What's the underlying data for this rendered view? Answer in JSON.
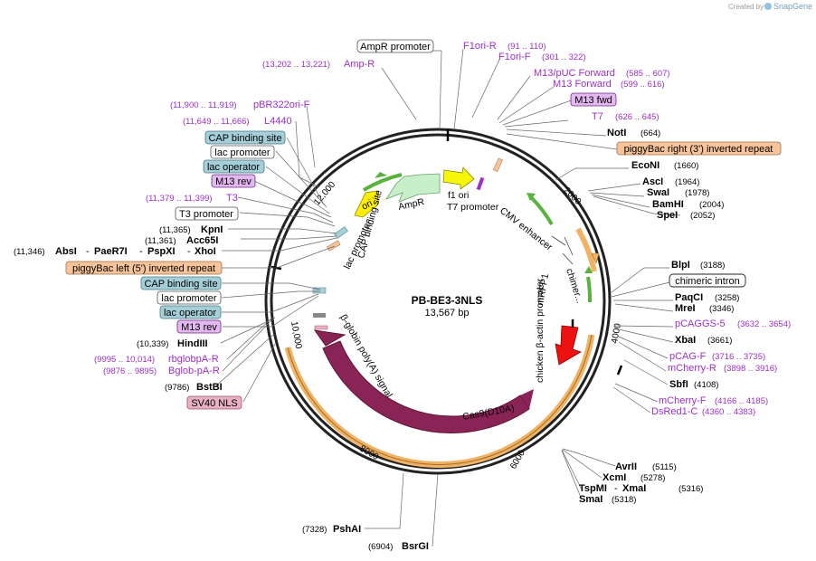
{
  "plasmid": {
    "name": "PB-BE3-3NLS",
    "length_label": "13,567 bp"
  },
  "credit": {
    "text": "Created by",
    "brand": "SnapGene"
  },
  "ticks": {
    "t2000": "2000",
    "t4000": "4000",
    "t6000": "6000",
    "t8000": "8000",
    "t10000": "10,000",
    "t12000": "12,000"
  },
  "features": {
    "f1_ori": "f1 ori",
    "t7_promoter": "T7 promoter",
    "cmv_enhancer": "CMV enhancer",
    "chimeric": "chimer...",
    "chicken_actin": "chicken β-actin promoter",
    "mrfp1": "mRFP1",
    "cas9": "Cas9(D10A)",
    "globin_polya": "β-globin poly(A) signal",
    "cap_binding": "CAP binding site",
    "lac_promoter": "lac promoter",
    "ori": "ori",
    "ampr": "AmpR"
  },
  "top_labels": {
    "ampr_promoter": "AmpR promoter",
    "amp_r": {
      "name": "Amp-R",
      "pos": "(13,202 .. 13,221)"
    },
    "f1ori_r": {
      "name": "F1ori-R",
      "pos": "(91 .. 110)"
    },
    "f1ori_f": {
      "name": "F1ori-F",
      "pos": "(301 .. 322)"
    },
    "m13puc_fwd": {
      "name": "M13/pUC Forward",
      "pos": "(585 .. 607)"
    },
    "m13_forward": {
      "name": "M13 Forward",
      "pos": "(599 .. 616)"
    },
    "m13_fwd": "M13 fwd",
    "t7": {
      "name": "T7",
      "pos": "(626 .. 645)"
    },
    "noti": {
      "name": "NotI",
      "pos": "(664)"
    },
    "piggybac_right": "piggyBac right (3') inverted repeat",
    "econi": {
      "name": "EcoNI",
      "pos": "(1660)"
    },
    "asci": {
      "name": "AscI",
      "pos": "(1964)"
    },
    "swai": {
      "name": "SwaI",
      "pos": "(1978)"
    },
    "bamhi": {
      "name": "BamHI",
      "pos": "(2004)"
    },
    "spei": {
      "name": "SpeI",
      "pos": "(2052)"
    }
  },
  "right_labels": {
    "blpi": {
      "name": "BlpI",
      "pos": "(3188)"
    },
    "chimeric_intron": "chimeric intron",
    "paqci": {
      "name": "PaqCI",
      "pos": "(3258)"
    },
    "mrei": {
      "name": "MreI",
      "pos": "(3346)"
    },
    "pcaggs5": {
      "name": "pCAGGS-5",
      "pos": "(3632 .. 3654)"
    },
    "xbai": {
      "name": "XbaI",
      "pos": "(3661)"
    },
    "pcagf": {
      "name": "pCAG-F",
      "pos": "(3716 .. 3735)"
    },
    "mcherry_r": {
      "name": "mCherry-R",
      "pos": "(3898 .. 3916)"
    },
    "sbfi": {
      "name": "SbfI",
      "pos": "(4108)"
    },
    "mcherry_f": {
      "name": "mCherry-F",
      "pos": "(4166 .. 4185)"
    },
    "dsred1c": {
      "name": "DsRed1-C",
      "pos": "(4360 .. 4383)"
    }
  },
  "bottom_labels": {
    "avrii": {
      "name": "AvrII",
      "pos": "(5115)"
    },
    "xcmi": {
      "name": "XcmI",
      "pos": "(5278)"
    },
    "tspmi": {
      "name": "TspMI",
      "pos": "(5316)"
    },
    "xmai": {
      "name": "XmaI",
      "pos": ""
    },
    "smai": {
      "name": "SmaI",
      "pos": "(5318)"
    },
    "pshai": {
      "name": "PshAI",
      "pos": "(7328)"
    },
    "bsrgi": {
      "name": "BsrGI",
      "pos": "(6904)"
    }
  },
  "left_labels": {
    "pbr322ori_f": {
      "name": "pBR322ori-F",
      "pos": "(11,900 .. 11,919)"
    },
    "l4440": {
      "name": "L4440",
      "pos": "(11,649 .. 11,666)"
    },
    "cap_binding_site": "CAP binding site",
    "lac_promoter": "lac promoter",
    "lac_operator": "lac operator",
    "m13_rev": "M13 rev",
    "t3": {
      "name": "T3",
      "pos": "(11,379 .. 11,399)"
    },
    "t3_promoter": "T3 promoter",
    "kpni": {
      "name": "KpnI",
      "pos": "(11,365)"
    },
    "acc65i": {
      "name": "Acc65I",
      "pos": "(11,361)"
    },
    "absi": {
      "name": "AbsI",
      "pos": "(11,346)"
    },
    "paer7i": {
      "name": "PaeR7I"
    },
    "pspxi": {
      "name": "PspXI"
    },
    "xhoi": {
      "name": "XhoI"
    },
    "piggybac_left": "piggyBac left (5') inverted repeat",
    "cap_binding_site2": "CAP binding site",
    "lac_promoter2": "lac promoter",
    "lac_operator2": "lac operator",
    "m13_rev2": "M13 rev",
    "hindiii": {
      "name": "HindIII",
      "pos": "(10,339)"
    },
    "rbglobpa_r": {
      "name": "rbglobpA-R",
      "pos": "(9995 .. 10,014)"
    },
    "bglobpa_r": {
      "name": "Bglob-pA-R",
      "pos": "(9876 .. 9895)"
    },
    "bstbi": {
      "name": "BstBI",
      "pos": "(9786)"
    },
    "sv40_nls": "SV40 NLS"
  },
  "colors": {
    "primer": "#9b2fc9",
    "cds_orange": "#f2b266",
    "cas9": "#8b2456",
    "ampr": "#c8f0c8",
    "ori": "#ffee00",
    "f1ori": "#f6f60a",
    "mrfp1": "#ee1111",
    "promoter_green": "#58b23c",
    "piggybac": "#f7c49a",
    "cap_box": "#a5cfd8",
    "m13_box": "#e3b7ef",
    "sv40_box": "#e7b1c2"
  }
}
